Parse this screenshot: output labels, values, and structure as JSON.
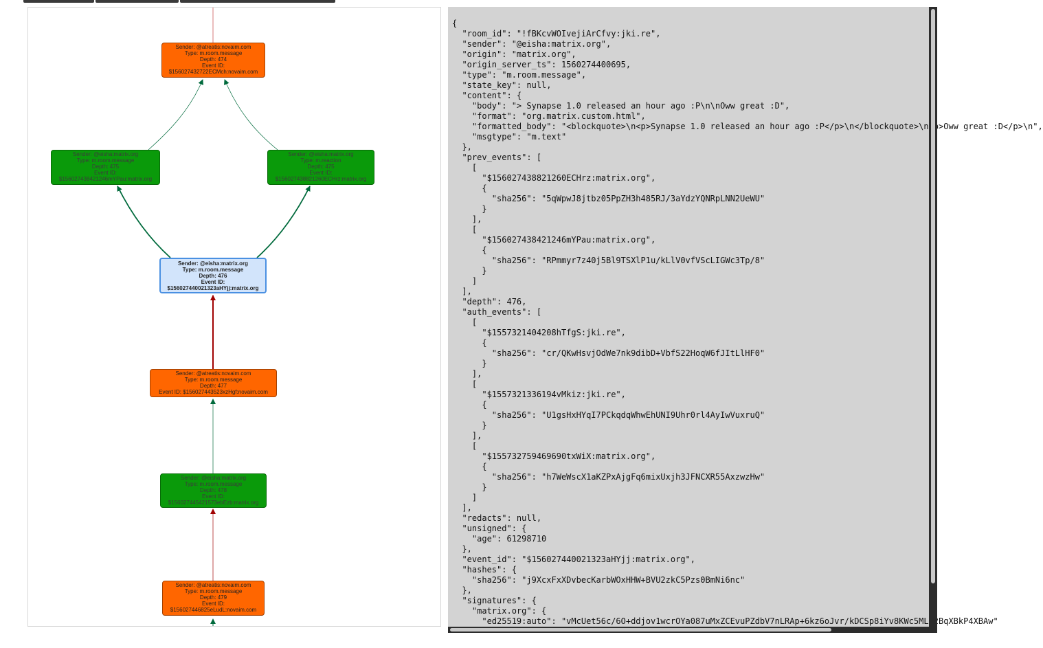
{
  "graph": {
    "nodes": [
      {
        "id": "n474",
        "style": "orange",
        "lines": [
          "Sender: @atreatis:novaim.com",
          "Type: m.room.message",
          "Depth: 474",
          "Event ID:",
          "$156027432722ECMch:novaim.com"
        ]
      },
      {
        "id": "n475a",
        "style": "green",
        "lines": [
          "Sender: @eisha:matrix.org",
          "Type: m.room.message",
          "Depth: 475",
          "Event ID:",
          "$156027438421246mYPau:matrix.org"
        ]
      },
      {
        "id": "n475b",
        "style": "green",
        "lines": [
          "Sender: @eisha:matrix.org",
          "Type: m.reaction",
          "Depth: 475",
          "Event ID:",
          "$156027438821260ECHrz:matrix.org"
        ]
      },
      {
        "id": "n476",
        "style": "selected",
        "lines": [
          "Sender: @eisha:matrix.org",
          "Type: m.room.message",
          "Depth: 476",
          "Event ID:",
          "$156027440021323aHYjj:matrix.org"
        ]
      },
      {
        "id": "n477",
        "style": "orange",
        "lines": [
          "Sender: @atreatis:novaim.com",
          "Type: m.room.message",
          "Depth: 477",
          "Event ID: $156027443523xzHgf:novaim.com"
        ]
      },
      {
        "id": "n478",
        "style": "green",
        "lines": [
          "Sender: @eisha:matrix.org",
          "Type: m.room.message",
          "Depth: 478",
          "Event ID:",
          "$156027445421573ebEzb:matrix.org"
        ]
      },
      {
        "id": "n479",
        "style": "orange",
        "lines": [
          "Sender: @atreatis:novaim.com",
          "Type: m.room.message",
          "Depth: 479",
          "Event ID:",
          "$156027446825eLudL:novaim.com"
        ]
      }
    ],
    "colors": {
      "orange_node": "#ff6600",
      "green_node": "#0a9a0a",
      "selected_node": "#d2e4fb",
      "selected_border": "#4a90e2",
      "edge_green": "#006a3c",
      "edge_red": "#a00000",
      "edge_thin_red": "#d57a7a"
    }
  },
  "json_view": {
    "lines": [
      "{",
      "  \"room_id\": \"!fBKcvWOIvejiArCfvy:jki.re\",",
      "  \"sender\": \"@eisha:matrix.org\",",
      "  \"origin\": \"matrix.org\",",
      "  \"origin_server_ts\": 1560274400695,",
      "  \"type\": \"m.room.message\",",
      "  \"state_key\": null,",
      "  \"content\": {",
      "    \"body\": \"> Synapse 1.0 released an hour ago :P\\n\\nOww great :D\",",
      "    \"format\": \"org.matrix.custom.html\",",
      "    \"formatted_body\": \"<blockquote>\\n<p>Synapse 1.0 released an hour ago :P</p>\\n</blockquote>\\n<p>Oww great :D</p>\\n\",",
      "    \"msgtype\": \"m.text\"",
      "  },",
      "  \"prev_events\": [",
      "    [",
      "      \"$156027438821260ECHrz:matrix.org\",",
      "      {",
      "        \"sha256\": \"5qWpwJ8jtbz05PpZH3h485RJ/3aYdzYQNRpLNN2UeWU\"",
      "      }",
      "    ],",
      "    [",
      "      \"$156027438421246mYPau:matrix.org\",",
      "      {",
      "        \"sha256\": \"RPmmyr7z40j5Bl9TSXlP1u/kLlV0vfVScLIGWc3Tp/8\"",
      "      }",
      "    ]",
      "  ],",
      "  \"depth\": 476,",
      "  \"auth_events\": [",
      "    [",
      "      \"$1557321404208hTfgS:jki.re\",",
      "      {",
      "        \"sha256\": \"cr/QKwHsvjOdWe7nk9dibD+VbfS22HoqW6fJItLlHF0\"",
      "      }",
      "    ],",
      "    [",
      "      \"$1557321336194vMkiz:jki.re\",",
      "      {",
      "        \"sha256\": \"U1gsHxHYqI7PCkqdqWhwEhUNI9Uhr0rl4AyIwVuxruQ\"",
      "      }",
      "    ],",
      "    [",
      "      \"$155732759469690txWiX:matrix.org\",",
      "      {",
      "        \"sha256\": \"h7WeWscX1aKZPxAjgFq6mixUxjh3JFNCXR55AxzwzHw\"",
      "      }",
      "    ]",
      "  ],",
      "  \"redacts\": null,",
      "  \"unsigned\": {",
      "    \"age\": 61298710",
      "  },",
      "  \"event_id\": \"$156027440021323aHYjj:matrix.org\",",
      "  \"hashes\": {",
      "    \"sha256\": \"j9XcxFxXDvbecKarbWOxHHW+BVU2zkC5Pzs0BmNi6nc\"",
      "  },",
      "  \"signatures\": {",
      "    \"matrix.org\": {",
      "      \"ed25519:auto\": \"vMcUet56c/6O+ddjov1wcrOYa087uMxZCEvuPZdbV7nLRAp+6kz6oJvr/kDCSp8iYv8KWc5MLi2BqXBkP4XBAw\""
    ]
  }
}
